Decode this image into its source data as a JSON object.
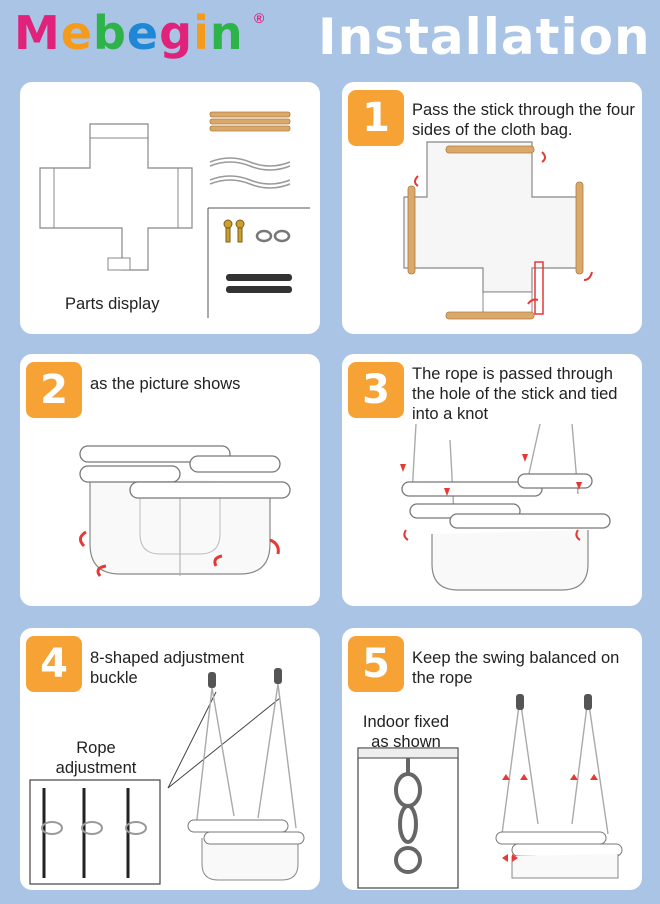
{
  "header": {
    "brand": [
      "M",
      "e",
      "b",
      "e",
      "g",
      "i",
      "n"
    ],
    "brand_colors": [
      "#e0227a",
      "#f59b1c",
      "#2db34a",
      "#1e88d6",
      "#e0227a",
      "#f59b1c",
      "#2db34a"
    ],
    "registered": "®",
    "title": "Installation"
  },
  "panels": {
    "parts": {
      "caption": "Parts display"
    },
    "step1": {
      "number": "1",
      "text": "Pass the stick through the four sides of the cloth bag."
    },
    "step2": {
      "number": "2",
      "text": "as the picture shows"
    },
    "step3": {
      "number": "3",
      "text": "The rope is passed through the hole of the stick and tied into a knot"
    },
    "step4": {
      "number": "4",
      "text": "8-shaped adjustment buckle",
      "rope_label": "Rope adjustment"
    },
    "step5": {
      "number": "5",
      "text": "Keep the swing balanced on the rope",
      "indoor_label": "Indoor fixed as shown"
    }
  },
  "colors": {
    "background": "#aac4e6",
    "badge": "#f7a234",
    "arrow": "#e53935",
    "wood": "#d9a86a"
  }
}
